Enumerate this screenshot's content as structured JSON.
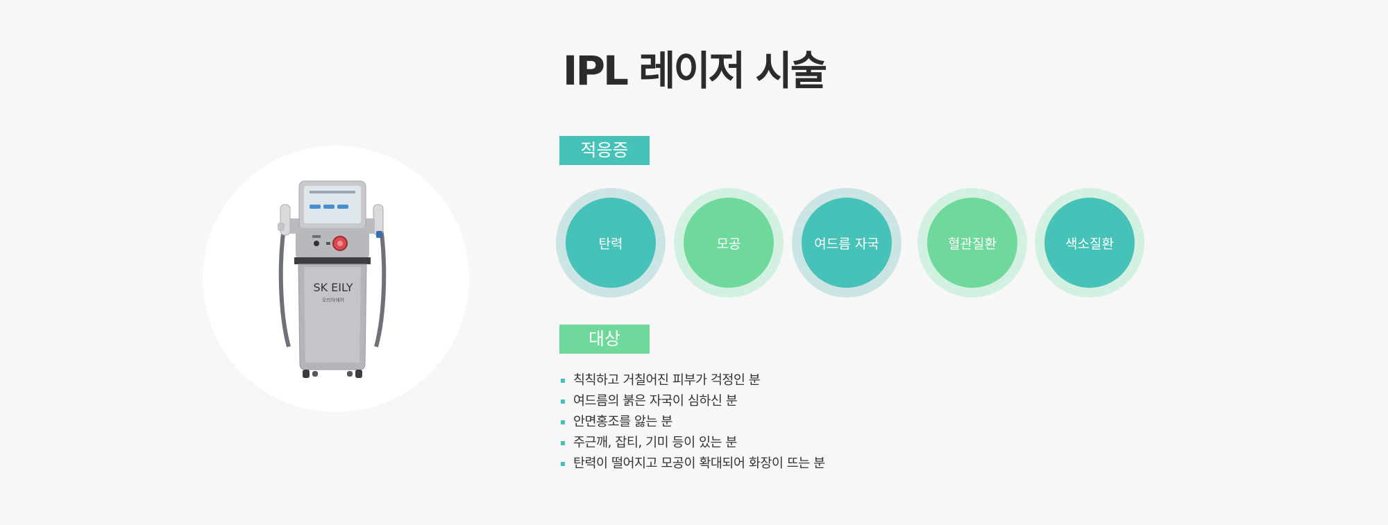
{
  "page": {
    "title": "IPL 레이저 시술"
  },
  "device": {
    "brand_logo": "SK EILY",
    "brand_sub": "오리아에어"
  },
  "indications": {
    "label": "적응증",
    "items": [
      {
        "label": "탄력",
        "color": "#46c2b9"
      },
      {
        "label": "모공",
        "color": "#6fd99b"
      },
      {
        "label": "여드름 자국",
        "color": "#46c2b9"
      },
      {
        "label": "혈관질환",
        "color": "#6fd99b"
      },
      {
        "label": "색소질환",
        "color": "#46c2b9"
      }
    ]
  },
  "target": {
    "label": "대상",
    "items": [
      "칙칙하고 거칠어진 피부가 걱정인 분",
      "여드름의 붉은 자국이 심하신 분",
      "안면홍조를 앓는 분",
      "주근깨, 잡티, 기미 등이 있는 분",
      "탄력이 떨어지고 모공이 확대되어 화장이 뜨는 분"
    ]
  },
  "colors": {
    "teal": "#46c2b9",
    "green": "#6fd99b",
    "background": "#f7f7f7"
  }
}
